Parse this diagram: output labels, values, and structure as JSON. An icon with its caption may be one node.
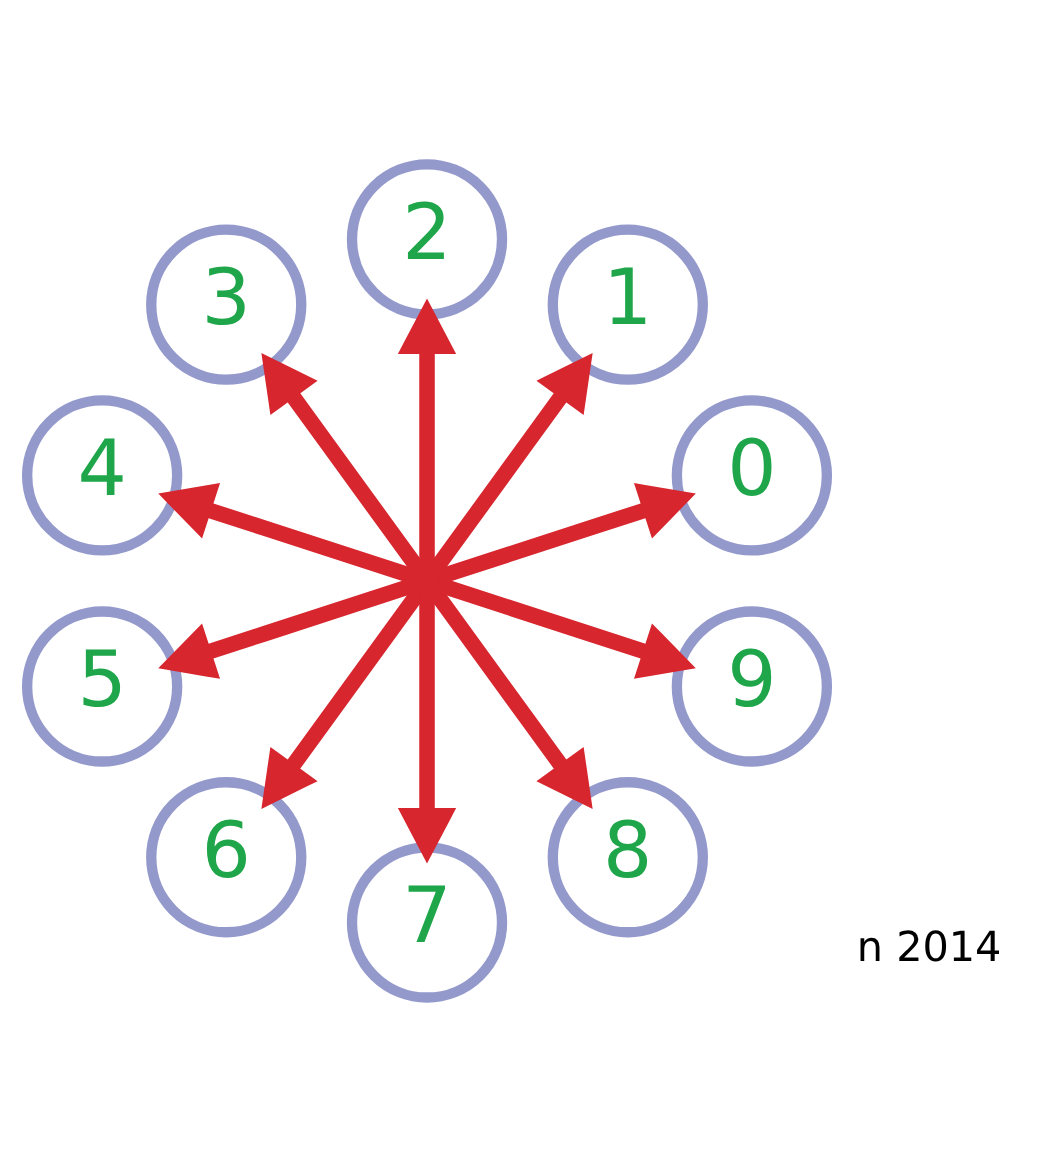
{
  "diagram": {
    "nodes": [
      {
        "text": [],
        "shape": "point"
      },
      {
        "text": [
          "0"
        ]
      },
      {
        "text": [
          "1"
        ]
      },
      {
        "text": [
          "2"
        ]
      },
      {
        "text": [
          "3"
        ]
      },
      {
        "text": [
          "4"
        ]
      },
      {
        "text": [
          "5"
        ]
      },
      {
        "text": [
          "6"
        ]
      },
      {
        "text": [
          "7"
        ]
      },
      {
        "text": [
          "8"
        ]
      },
      {
        "text": [
          "9"
        ]
      }
    ],
    "edges": [
      {
        "from": 0,
        "to": 1,
        "arrow": "to"
      },
      {
        "from": 0,
        "to": 2,
        "arrow": "to"
      },
      {
        "from": 0,
        "to": 3,
        "arrow": "to"
      },
      {
        "from": 0,
        "to": 4,
        "arrow": "to"
      },
      {
        "from": 0,
        "to": 5,
        "arrow": "to"
      },
      {
        "from": 0,
        "to": 6,
        "arrow": "to"
      },
      {
        "from": 0,
        "to": 7,
        "arrow": "to"
      },
      {
        "from": 0,
        "to": 8,
        "arrow": "to"
      },
      {
        "from": 0,
        "to": 9,
        "arrow": "to"
      },
      {
        "from": 0,
        "to": 10,
        "arrow": "to"
      }
    ],
    "labels": [
      "n 2014"
    ]
  }
}
